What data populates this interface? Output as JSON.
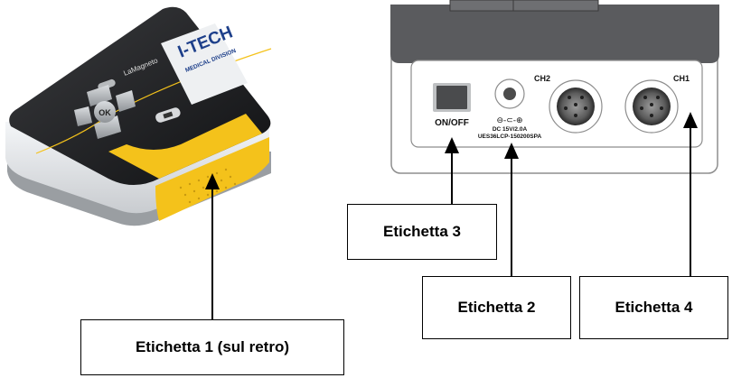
{
  "device": {
    "brand_logo": "I-TECH",
    "brand_subtitle": "MEDICAL DIVISION",
    "model_badge": "LaMagneto",
    "ok_key": "OK"
  },
  "back_panel": {
    "power_switch_label": "ON/OFF",
    "dc_rating": "DC 15V/2.0A",
    "adapter_model": "UES36LCP-150200SPA",
    "polarity_symbol": "⊖-⊂-⊕",
    "ch2_label": "CH2",
    "ch1_label": "CH1"
  },
  "labels": {
    "label1": "Etichetta 1 (sul retro)",
    "label2": "Etichetta 2",
    "label3": "Etichetta 3",
    "label4": "Etichetta 4"
  },
  "colors": {
    "device_body": "#1b1c1e",
    "accent_yellow": "#f4c21b",
    "panel_border": "#8d8d8d"
  }
}
